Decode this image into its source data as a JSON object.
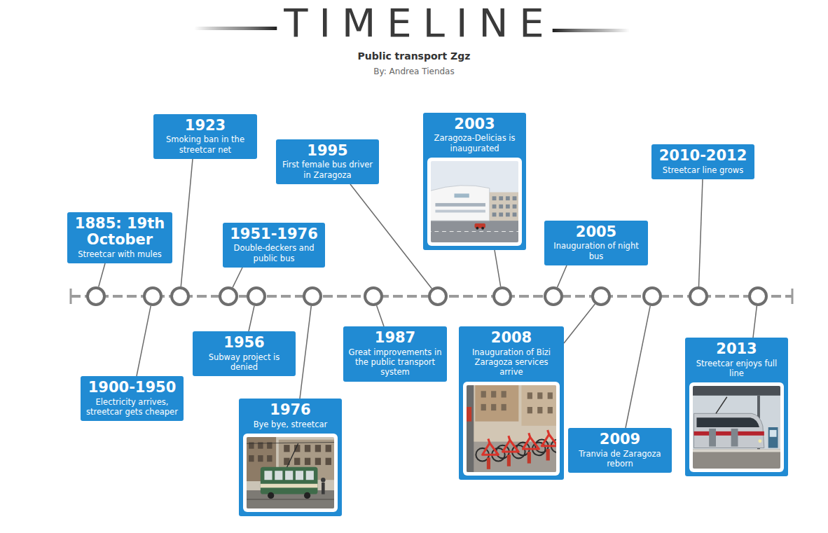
{
  "diagram": {
    "title": "TIMELINE",
    "nodes": [
      {
        "text": [
          "1885: 19th October",
          "Streetcar with mules"
        ]
      },
      {
        "text": [
          "1900-1950",
          "Electricity arrives, streetcar gets cheaper"
        ]
      },
      {
        "text": [
          "1923",
          "Smoking ban in the streetcar net"
        ]
      },
      {
        "text": [
          "1951-1976",
          "Double-deckers and public bus"
        ]
      },
      {
        "text": [
          "1956",
          "Subway project is denied"
        ]
      },
      {
        "text": [
          "1976",
          "Bye bye, streetcar"
        ]
      },
      {
        "text": [
          "1987",
          "Great improvements in the public transport system"
        ]
      },
      {
        "text": [
          "1995",
          "First female bus driver in Zaragoza"
        ]
      },
      {
        "text": [
          "2003",
          "Zaragoza-Delicias is inaugurated"
        ]
      },
      {
        "text": [
          "2005",
          "Inauguration of night bus"
        ]
      },
      {
        "text": [
          "2008",
          "Inauguration of Bizi Zaragoza services arrive"
        ]
      },
      {
        "text": [
          "2009",
          "Tranvia de Zaragoza reborn"
        ]
      },
      {
        "text": [
          "2010-2012",
          "Streetcar line grows"
        ]
      },
      {
        "text": [
          "2013",
          "Streetcar enjoys full line"
        ]
      }
    ],
    "edges": [],
    "labels": [
      "Public transport Zgz",
      "By: Andrea Tiendas"
    ]
  }
}
